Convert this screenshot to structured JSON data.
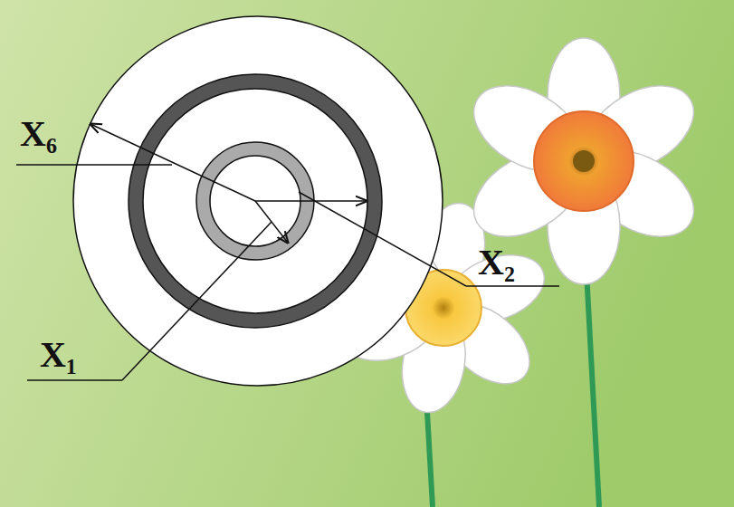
{
  "diagram": {
    "labels": [
      "X₆",
      "X₂",
      "X₁"
    ]
  }
}
